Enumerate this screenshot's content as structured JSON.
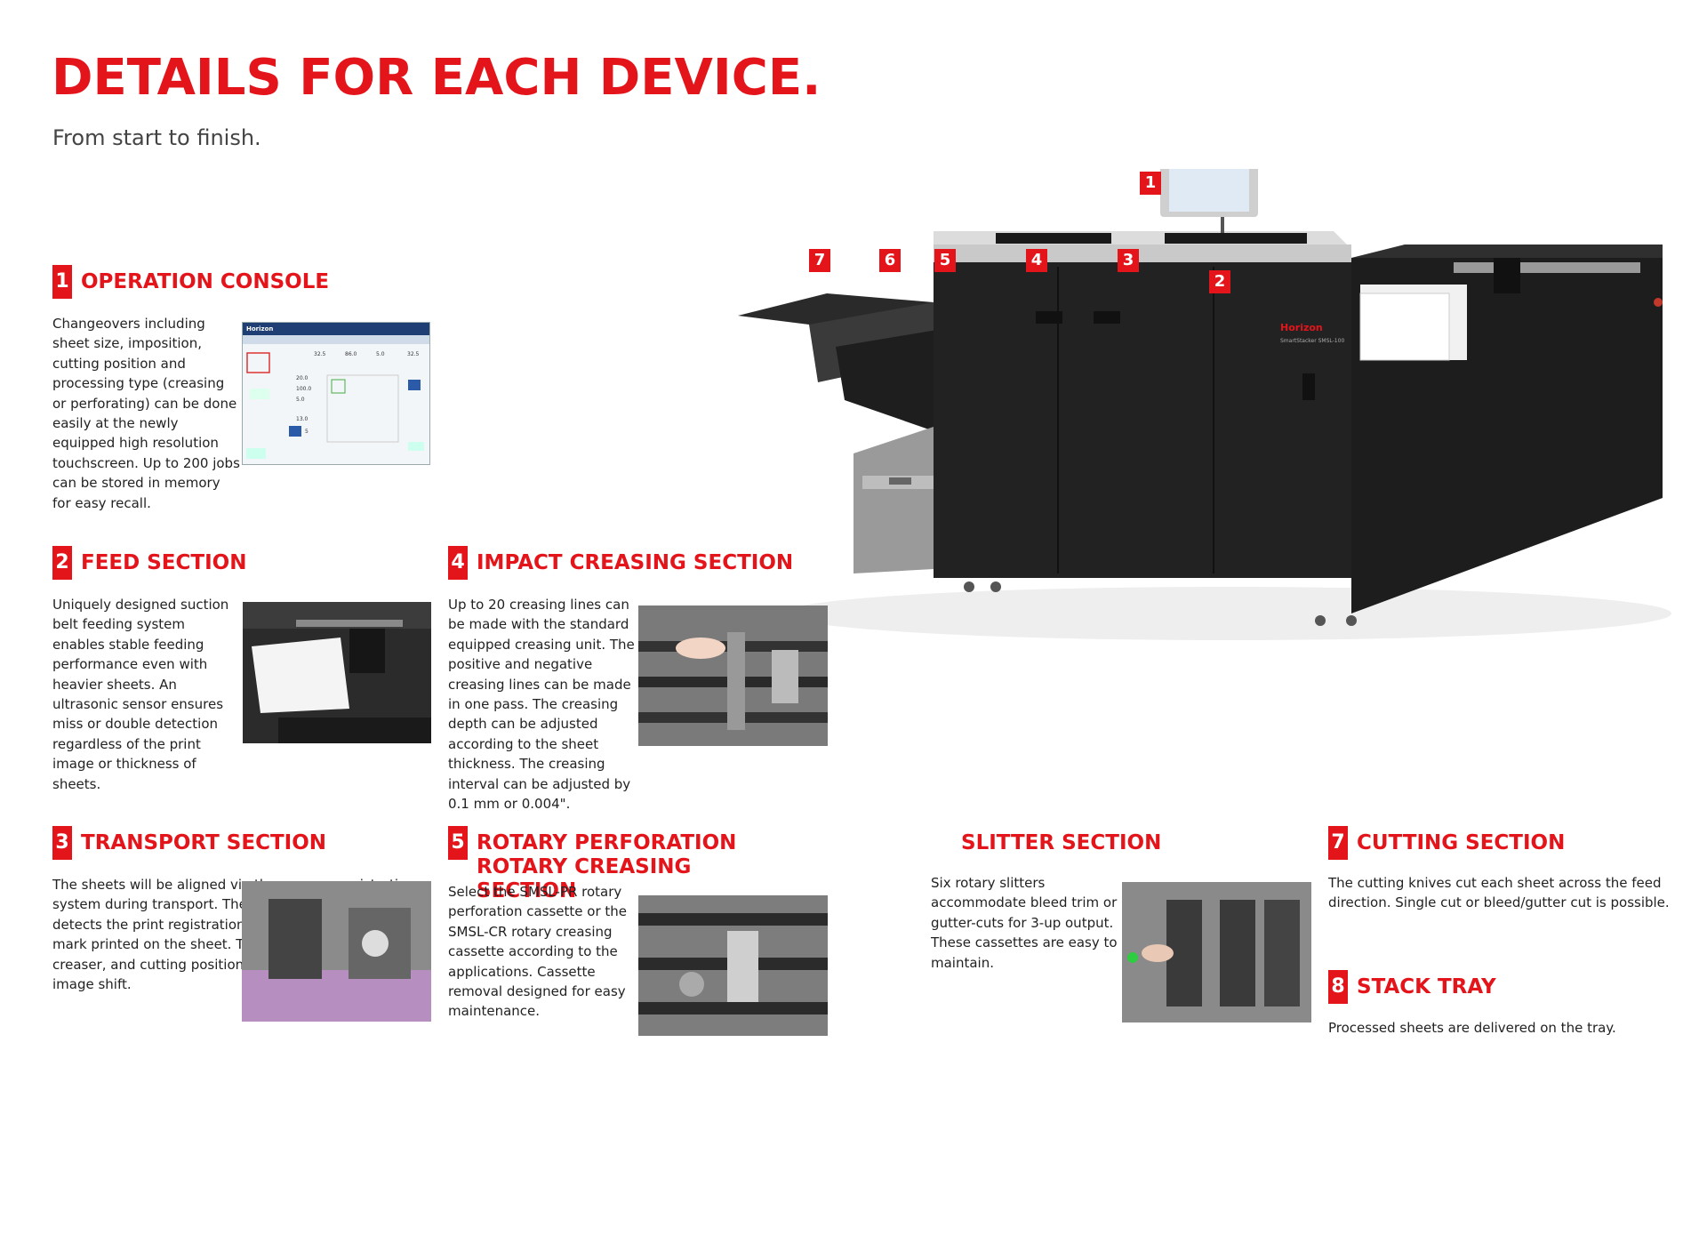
{
  "header": {
    "title": "DETAILS FOR EACH DEVICE.",
    "subtitle": "From start to finish."
  },
  "callouts": [
    "1",
    "2",
    "3",
    "4",
    "5",
    "6",
    "7"
  ],
  "screen": {
    "brand": "Horizon",
    "vals": [
      "32.5",
      "86.0",
      "5.0",
      "32.5",
      "20.0",
      "100.0",
      "5.0",
      "13.0",
      "5"
    ]
  },
  "machine": {
    "brand": "Horizon",
    "model": "SmartStacker SMSL-100"
  },
  "sections": [
    {
      "num": "1",
      "title": "OPERATION CONSOLE",
      "text": "Changeovers including sheet size, imposition, cutting position and processing type (creasing or perforating) can be done easily at the newly equipped high resolution touchscreen. Up to 200 jobs can be stored in memory for easy recall."
    },
    {
      "num": "2",
      "title": "FEED SECTION",
      "text": "Uniquely designed suction belt feeding system enables stable feeding performance even with heavier sheets. An ultrasonic sensor ensures miss or double detection regardless of the print image or thickness of sheets."
    },
    {
      "num": "4",
      "title": "IMPACT CREASING SECTION",
      "text": "Up to 20 creasing lines can be made with the standard equipped creasing unit. The positive and negative creasing lines can be made in one pass. The creasing depth can be adjusted according to the sheet thickness. The creasing interval can be adjusted by 0.1 mm or 0.004\"."
    },
    {
      "num": "3",
      "title": "TRANSPORT SECTION",
      "text": "The sheets will be aligned via the vacuum registration system during transport. The optional camera device detects the print registration by reading the barcode or mark printed on the sheet. The position of the slitter, creaser, and cutting position are adjusted according to image shift."
    },
    {
      "num": "5",
      "title": "ROTARY PERFORATION ROTARY CREASING SECTION",
      "text": "Select the SMSL-PR rotary perforation cassette or the SMSL-CR rotary creasing cassette according to the applications. Cassette removal designed for easy maintenance."
    },
    {
      "num": "",
      "title": "SLITTER SECTION",
      "text": "Six rotary slitters accommodate bleed trim or gutter-cuts for 3-up output. These cassettes are easy to maintain."
    },
    {
      "num": "7",
      "title": "CUTTING SECTION",
      "text": "The cutting knives cut each sheet across the feed direction. Single cut or bleed/gutter cut is possible."
    },
    {
      "num": "8",
      "title": "STACK TRAY",
      "text": "Processed sheets are delivered on the tray."
    }
  ]
}
